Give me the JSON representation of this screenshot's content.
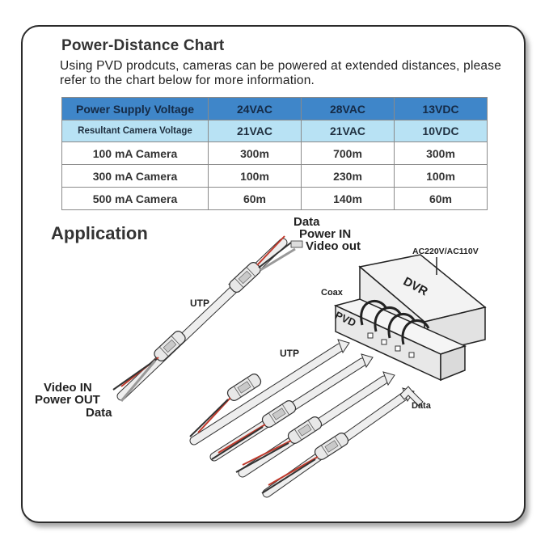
{
  "title": "Power-Distance Chart",
  "intro": "Using  PVD prodcuts, cameras can be powered at extended distances, please refer to the chart below for more information.",
  "table": {
    "header_label": "Power Supply Voltage",
    "supply": [
      "24VAC",
      "28VAC",
      "13VDC"
    ],
    "resultant_label": "Resultant Camera Voltage",
    "resultant": [
      "21VAC",
      "21VAC",
      "10VDC"
    ],
    "rows": [
      {
        "label": "100 mA  Camera",
        "values": [
          "300m",
          "700m",
          "300m"
        ]
      },
      {
        "label": "300 mA  Camera",
        "values": [
          "100m",
          "230m",
          "100m"
        ]
      },
      {
        "label": "500 mA  Camera",
        "values": [
          "60m",
          "140m",
          "60m"
        ]
      }
    ]
  },
  "application": {
    "heading": "Application",
    "top_labels": {
      "data": "Data",
      "power_in": "Power IN",
      "video_out": "Video out"
    },
    "utp_top": "UTP",
    "bottom_labels": {
      "video_in": "Video IN",
      "power_out": "Power OUT",
      "data": "Data"
    },
    "utp_right": "UTP",
    "ac": "AC220V/AC110V",
    "dvr": "DVR",
    "pvd": "PVD",
    "coax": "Coax",
    "data_right": "Data"
  },
  "colors": {
    "header_blue": "#3f86c9",
    "light_blue": "#b8e2f4",
    "border": "#2a2a2a"
  }
}
